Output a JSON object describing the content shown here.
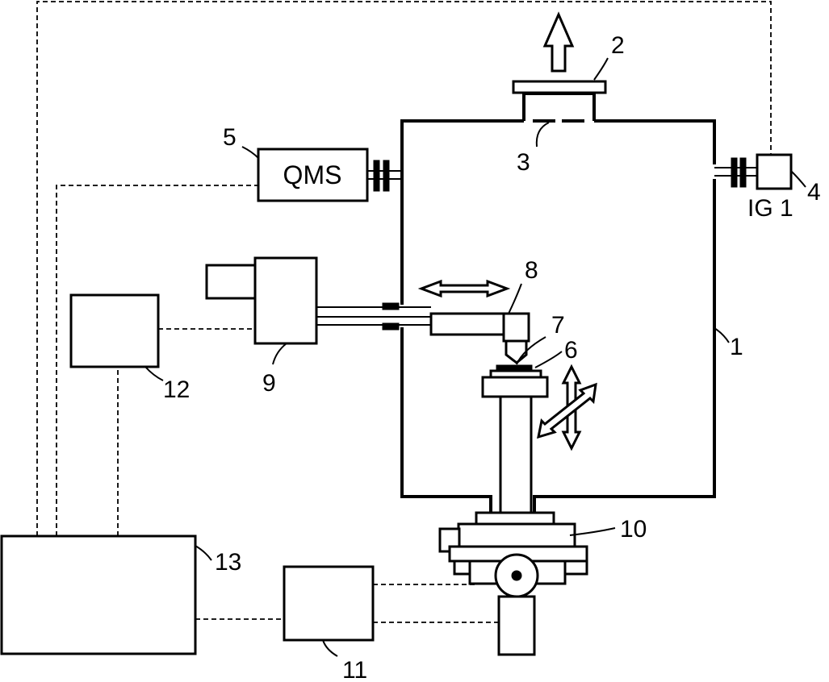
{
  "labels": {
    "qms": "QMS",
    "ig": "IG 1",
    "n1": "1",
    "n2": "2",
    "n3": "3",
    "n4": "4",
    "n5": "5",
    "n6": "6",
    "n7": "7",
    "n8": "8",
    "n9": "9",
    "n10": "10",
    "n11": "11",
    "n12": "12",
    "n13": "13"
  }
}
